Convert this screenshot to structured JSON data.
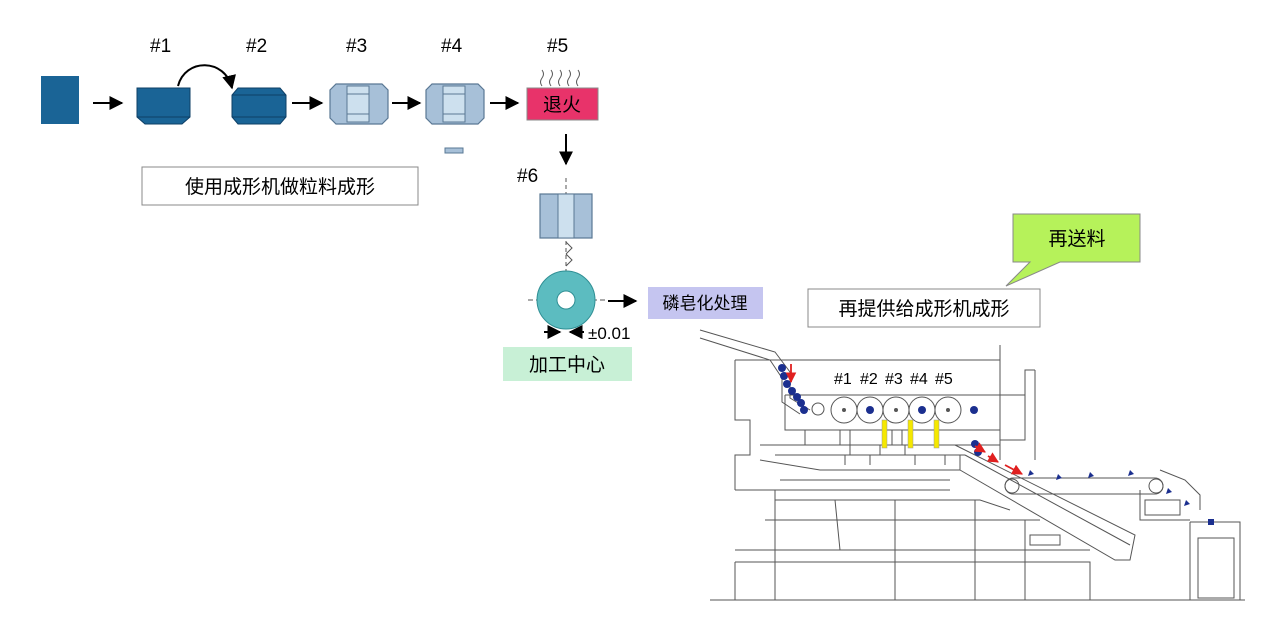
{
  "steps": {
    "s1": "#1",
    "s2": "#2",
    "s3": "#3",
    "s4": "#4",
    "s5": "#5",
    "s6": "#6"
  },
  "labels": {
    "anneal": "退火",
    "forming": "使用成形机做粒料成形",
    "phosphate": "磷皂化处理",
    "tolerance": "±0.01",
    "machining_center": "加工中心",
    "refeed_callout": "再送料",
    "reform": "再提供给成形机成形"
  },
  "machine_stations": [
    "#1",
    "#2",
    "#3",
    "#4",
    "#5"
  ],
  "colors": {
    "billet_blue": "#1a6496",
    "light_steel": "#a7c0d8",
    "anneal_red": "#e8336a",
    "wheel_teal": "#5cbcc0",
    "phosphate_bg": "#c5c5f0",
    "machining_bg": "#c8f0d6",
    "callout_green": "#b6f25a",
    "part_navy": "#1b2f8f",
    "arrow_red": "#e02020",
    "machine_line": "#555555"
  }
}
